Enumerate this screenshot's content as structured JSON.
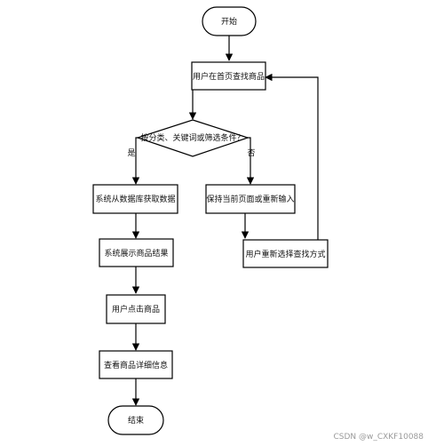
{
  "flowchart": {
    "nodes": {
      "start": "开始",
      "search_home": "用户在首页查找商品",
      "decision": "按分类、关键词或筛选条件？",
      "fetch_db": "系统从数据库获取数据",
      "keep_page": "保持当前页面或重新输入",
      "show_results": "系统展示商品结果",
      "reselect": "用户重新选择查找方式",
      "click_product": "用户点击商品",
      "view_detail": "查看商品详细信息",
      "end": "结束"
    },
    "edge_labels": {
      "yes": "是",
      "no": "否"
    }
  },
  "watermark": "CSDN @w_CXKF10088"
}
